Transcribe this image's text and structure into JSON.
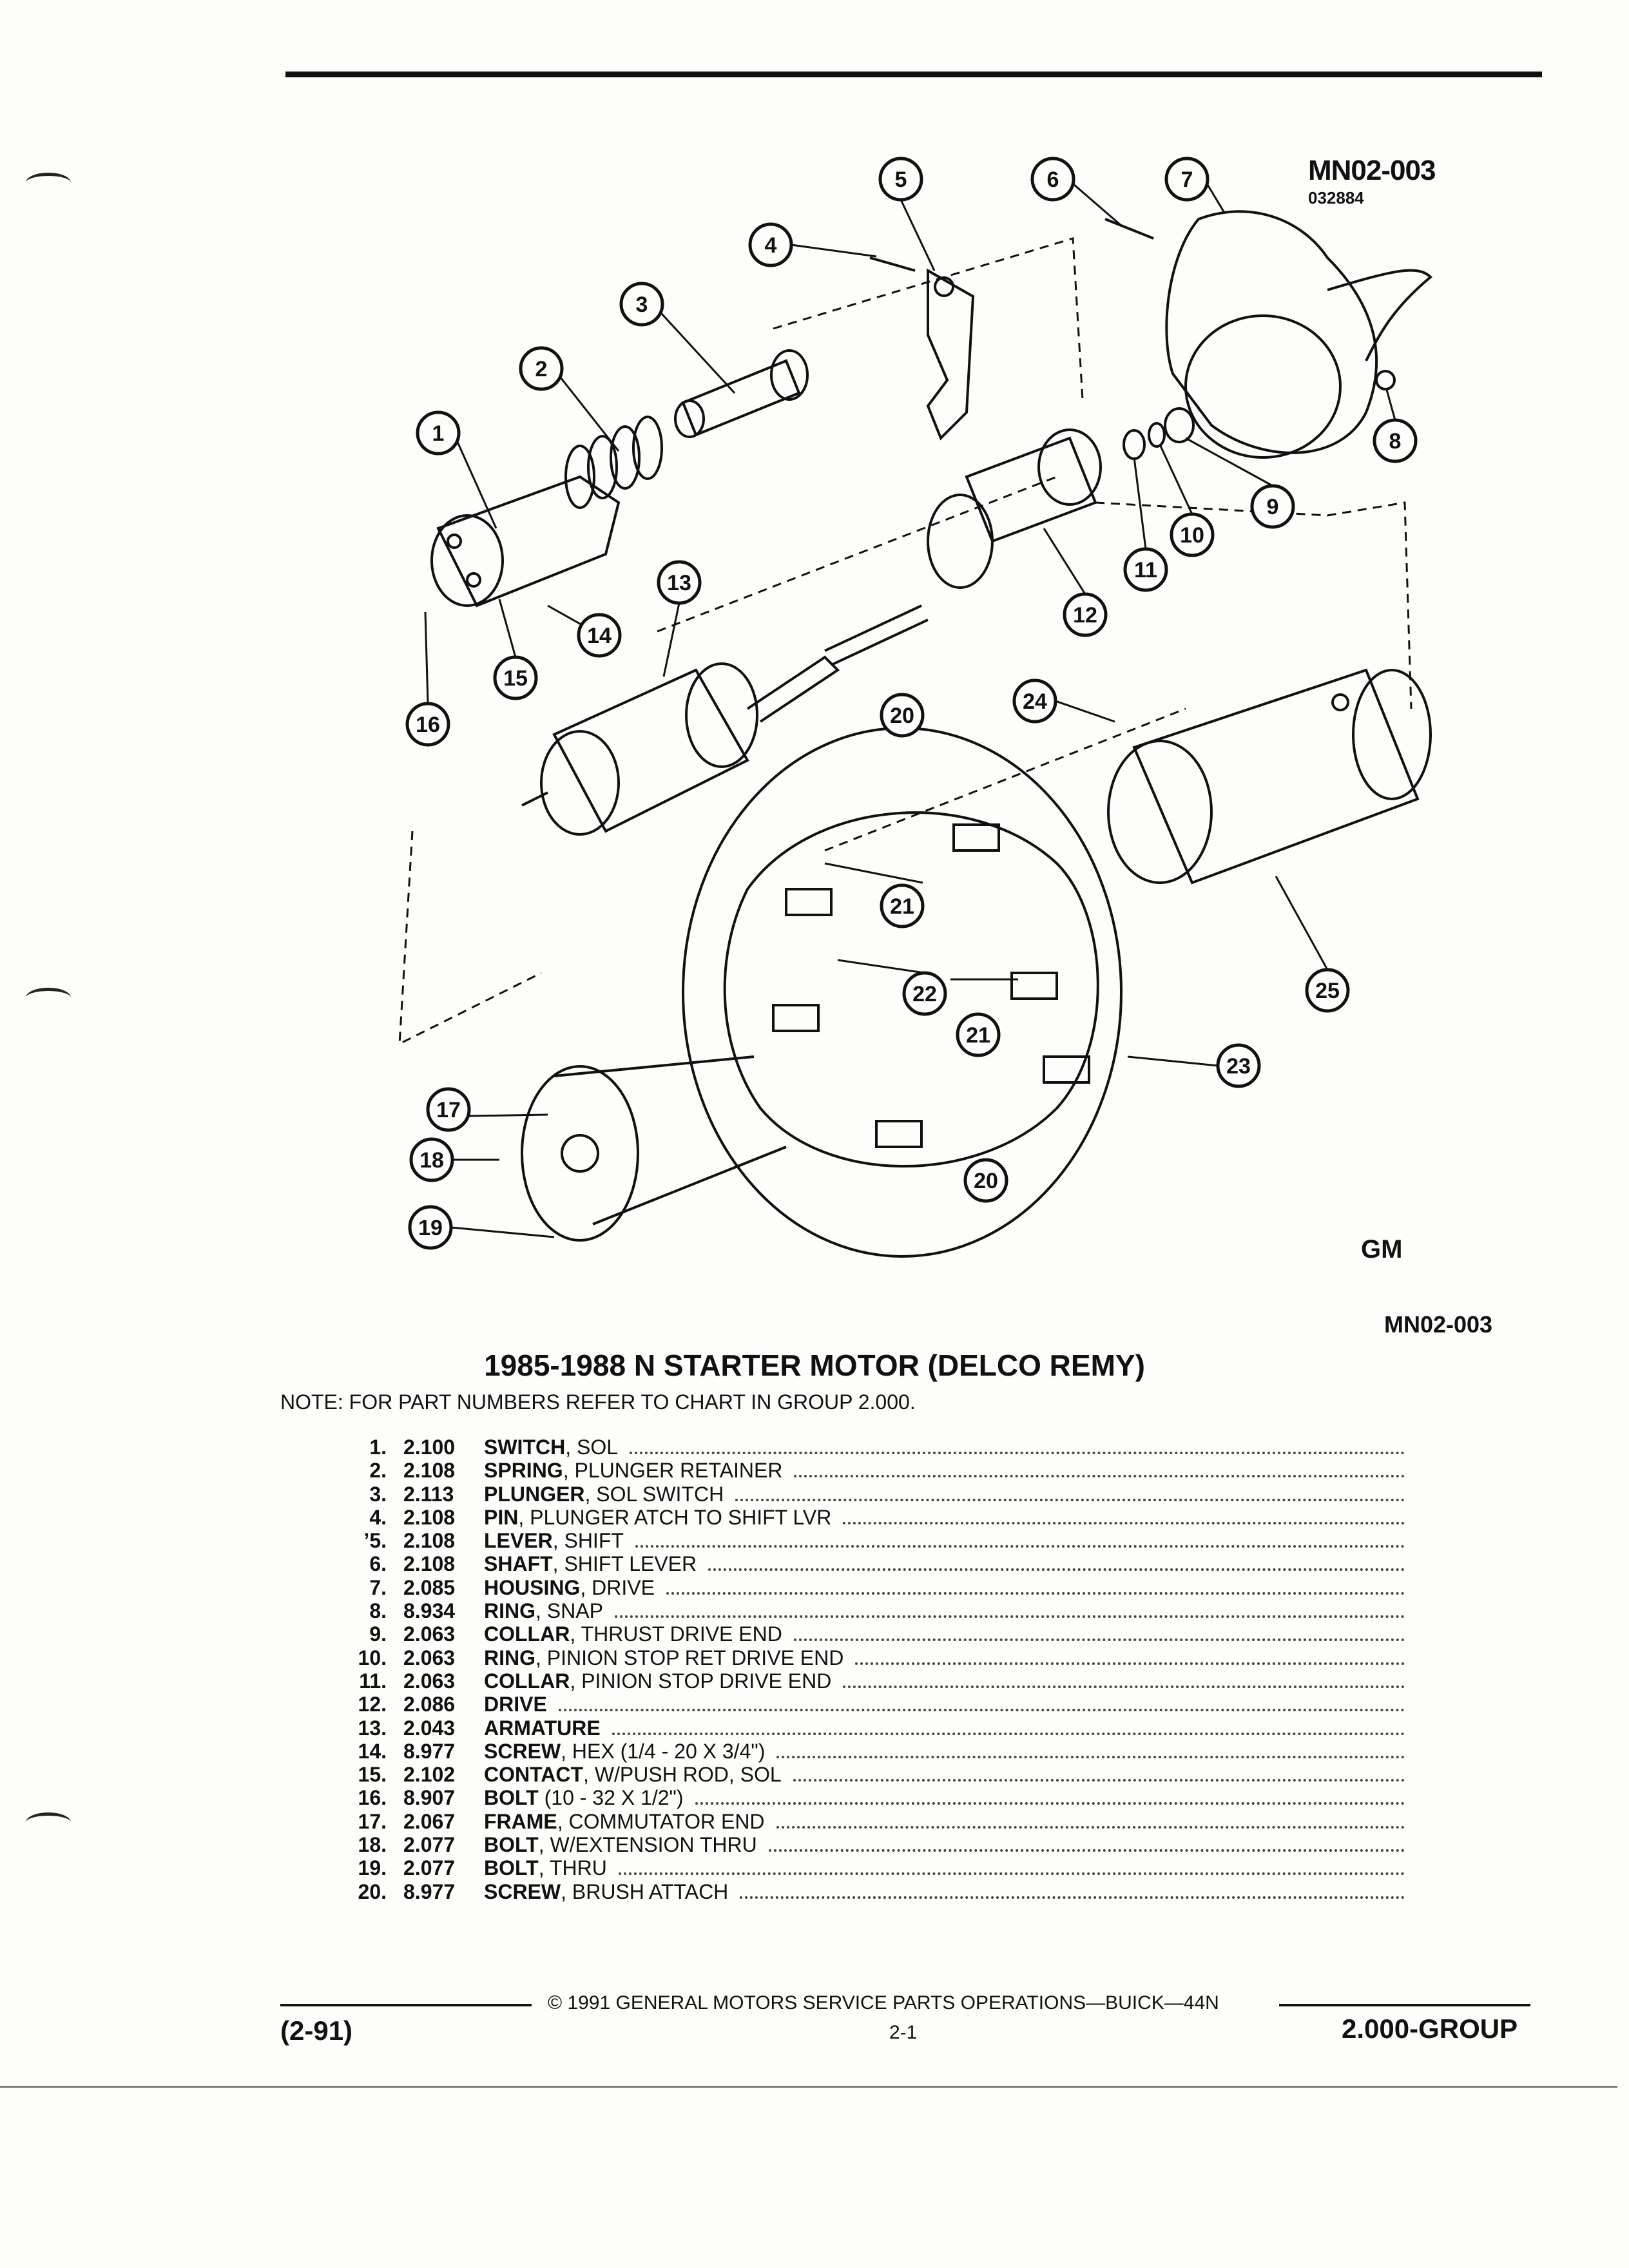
{
  "figure": {
    "code_top": "MN02-003",
    "code_sub": "032884",
    "code_bottom": "MN02-003",
    "logo_mark": "GM",
    "callouts": [
      "1",
      "2",
      "3",
      "4",
      "5",
      "6",
      "7",
      "8",
      "9",
      "10",
      "11",
      "12",
      "13",
      "14",
      "15",
      "16",
      "17",
      "18",
      "19",
      "20",
      "20",
      "20",
      "21",
      "21",
      "22",
      "23",
      "24",
      "25"
    ]
  },
  "title": "1985-1988 N STARTER MOTOR (DELCO REMY)",
  "note": "NOTE:  FOR PART NUMBERS REFER TO CHART IN GROUP 2.000.",
  "parts": [
    {
      "num": "1.",
      "code": "2.100",
      "name": "SWITCH",
      "detail": ", SOL"
    },
    {
      "num": "2.",
      "code": "2.108",
      "name": "SPRING",
      "detail": ", PLUNGER RETAINER"
    },
    {
      "num": "3.",
      "code": "2.113",
      "name": "PLUNGER",
      "detail": ", SOL SWITCH"
    },
    {
      "num": "4.",
      "code": "2.108",
      "name": "PIN",
      "detail": ", PLUNGER ATCH TO SHIFT LVR"
    },
    {
      "num": "’5.",
      "code": "2.108",
      "name": "LEVER",
      "detail": ", SHIFT"
    },
    {
      "num": "6.",
      "code": "2.108",
      "name": "SHAFT",
      "detail": ", SHIFT LEVER"
    },
    {
      "num": "7.",
      "code": "2.085",
      "name": "HOUSING",
      "detail": ", DRIVE"
    },
    {
      "num": "8.",
      "code": "8.934",
      "name": "RING",
      "detail": ", SNAP"
    },
    {
      "num": "9.",
      "code": "2.063",
      "name": "COLLAR",
      "detail": ", THRUST DRIVE END"
    },
    {
      "num": "10.",
      "code": "2.063",
      "name": "RING",
      "detail": ", PINION STOP RET DRIVE END"
    },
    {
      "num": "11.",
      "code": "2.063",
      "name": "COLLAR",
      "detail": ", PINION STOP DRIVE END"
    },
    {
      "num": "12.",
      "code": "2.086",
      "name": "DRIVE",
      "detail": ""
    },
    {
      "num": "13.",
      "code": "2.043",
      "name": "ARMATURE",
      "detail": ""
    },
    {
      "num": "14.",
      "code": "8.977",
      "name": "SCREW",
      "detail": ", HEX (1/4 - 20 X 3/4\")"
    },
    {
      "num": "15.",
      "code": "2.102",
      "name": "CONTACT",
      "detail": ", W/PUSH ROD, SOL"
    },
    {
      "num": "16.",
      "code": "8.907",
      "name": "BOLT",
      "detail": " (10 - 32 X 1/2\")"
    },
    {
      "num": "17.",
      "code": "2.067",
      "name": "FRAME",
      "detail": ", COMMUTATOR END"
    },
    {
      "num": "18.",
      "code": "2.077",
      "name": "BOLT",
      "detail": ", W/EXTENSION THRU"
    },
    {
      "num": "19.",
      "code": "2.077",
      "name": "BOLT",
      "detail": ", THRU"
    },
    {
      "num": "20.",
      "code": "8.977",
      "name": "SCREW",
      "detail": ", BRUSH ATTACH"
    }
  ],
  "footer": {
    "copyright": "©  1991  GENERAL MOTORS SERVICE PARTS OPERATIONS—BUICK—44N",
    "left": "(2-91)",
    "center": "2-1",
    "right": "2.000-GROUP"
  }
}
